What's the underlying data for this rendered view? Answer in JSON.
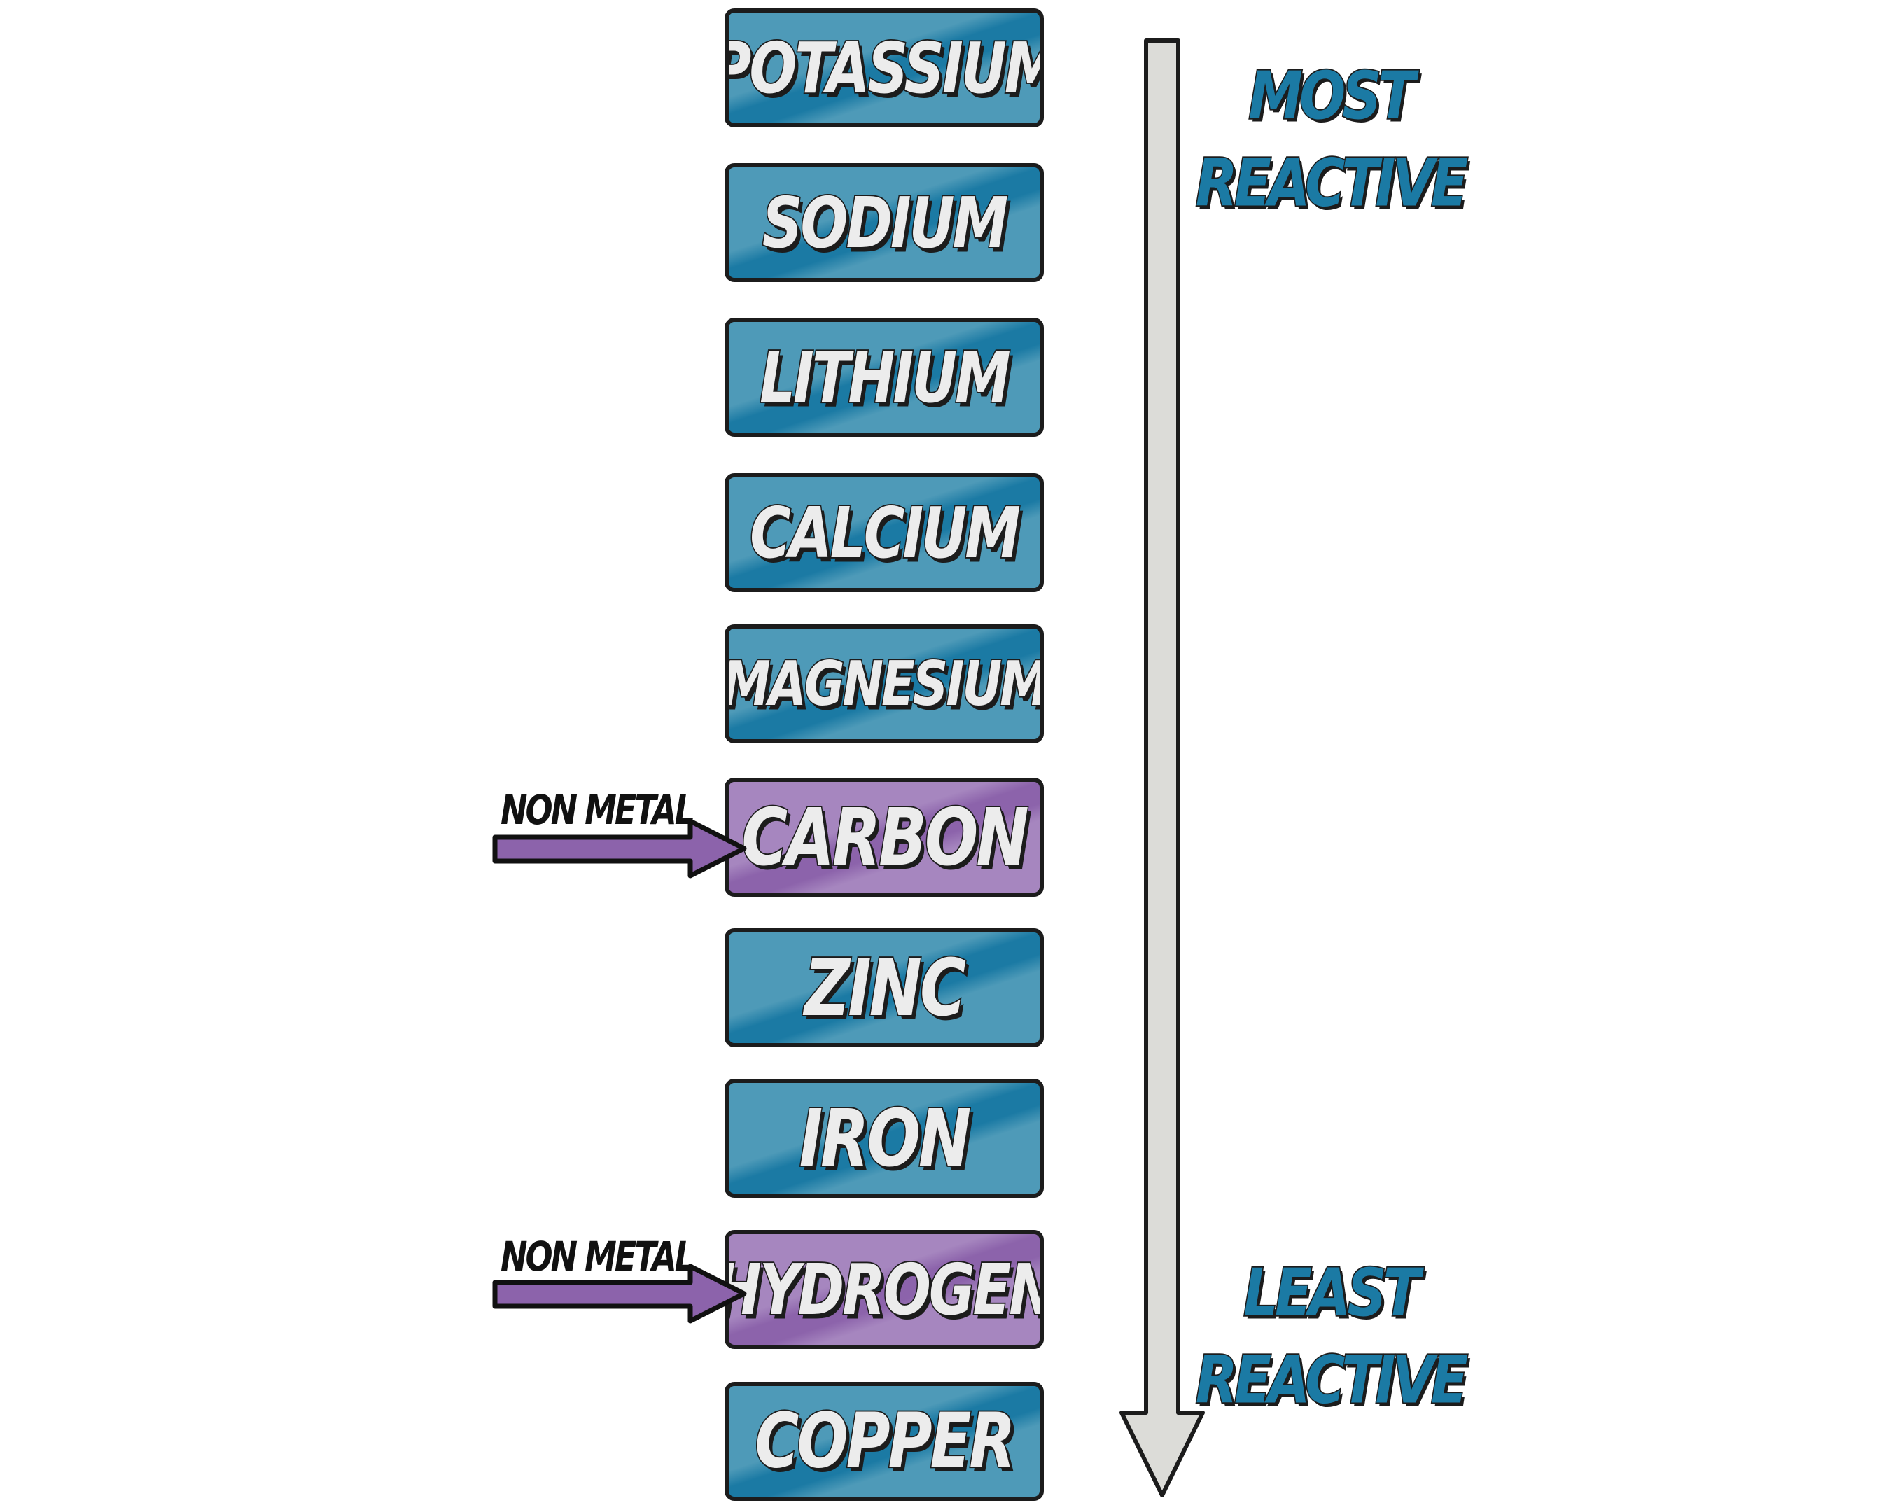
{
  "series_items": [
    {
      "label": "POTASSIUM",
      "kind": "metal"
    },
    {
      "label": "SODIUM",
      "kind": "metal"
    },
    {
      "label": "LITHIUM",
      "kind": "metal"
    },
    {
      "label": "CALCIUM",
      "kind": "metal"
    },
    {
      "label": "MAGNESIUM",
      "kind": "metal"
    },
    {
      "label": "CARBON",
      "kind": "nonmetal"
    },
    {
      "label": "ZINC",
      "kind": "metal"
    },
    {
      "label": "IRON",
      "kind": "metal"
    },
    {
      "label": "HYDROGEN",
      "kind": "nonmetal"
    },
    {
      "label": "COPPER",
      "kind": "metal"
    }
  ],
  "most_reactive": {
    "line1": "MOST",
    "line2": "REACTIVE"
  },
  "least_reactive": {
    "line1": "LEAST",
    "line2": "REACTIVE"
  },
  "non_metal_labels": {
    "carbon": "NON METAL",
    "hydrogen": "NON METAL"
  },
  "colors": {
    "metal_box": "#4e9ab8",
    "metal_stripe": "#1b7aa4",
    "nonmetal_box": "#a686bf",
    "nonmetal_stripe": "#8c63ab",
    "side_label_text": "#1b7aa4",
    "arrow_fill": "#dcdcd8",
    "pointer_arrow": "#8c63ab",
    "outline": "#1c1c1c"
  }
}
